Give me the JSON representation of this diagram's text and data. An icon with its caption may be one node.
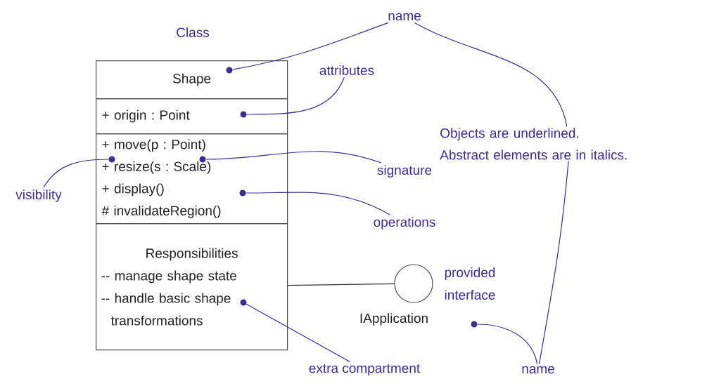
{
  "diagram": {
    "nodes": [
      {
        "text": [
          "name"
        ]
      },
      {
        "text": [
          "Shape"
        ]
      },
      {
        "text": [],
        "shape": "circle",
        "in": 1
      },
      {
        "text": [
          "attributes"
        ]
      },
      {
        "text": [
          "+ origin : Point"
        ]
      },
      {
        "text": [],
        "shape": "circle",
        "in": 4
      },
      {
        "text": [
          "Objects are underlined.",
          "Abstract elements are in italics."
        ]
      },
      {
        "text": [
          "+ move(p : Point)",
          "+ resize(s : Scale)",
          "+ display()",
          "# invalidateRegion()"
        ]
      },
      {
        "text": [],
        "shape": "circle",
        "in": 7
      },
      {
        "text": [],
        "shape": "circle",
        "in": 7
      },
      {
        "text": [],
        "shape": "circle",
        "in": 7
      },
      {
        "text": [
          "visibility"
        ]
      },
      {
        "text": [
          "signature"
        ]
      },
      {
        "text": [
          "operations"
        ]
      },
      {
        "text": [
          "Responsibilities",
          "-- manage shape state",
          "-- handle basic shape transformations"
        ]
      },
      {
        "text": [],
        "shape": "circle",
        "in": 14
      },
      {
        "text": [],
        "shape": "circle",
        "beside": [
          "provided interface"
        ]
      },
      {
        "text": [
          "IApplication"
        ]
      },
      {
        "text": [],
        "shape": "circle"
      },
      {
        "text": [
          "extra compartment"
        ]
      },
      {
        "text": [
          "name"
        ]
      }
    ],
    "edges": [
      {
        "from": 0,
        "to": 2,
        "arrow": "none"
      },
      {
        "from": 3,
        "to": 5,
        "arrow": "none"
      },
      {
        "from": 11,
        "to": 8,
        "arrow": "none"
      },
      {
        "from": 12,
        "to": 9,
        "arrow": "none"
      },
      {
        "from": 13,
        "to": 10,
        "arrow": "none"
      },
      {
        "from": 19,
        "to": 15,
        "arrow": "none"
      },
      {
        "from": 0,
        "to": 6,
        "arrow": "none"
      },
      {
        "from": 20,
        "to": 6,
        "arrow": "none"
      },
      {
        "from": 20,
        "to": 18,
        "arrow": "none"
      },
      {
        "from": 14,
        "to": 16,
        "arrow": "none",
        "color": "#333333"
      }
    ],
    "labels": [
      "Class"
    ]
  }
}
